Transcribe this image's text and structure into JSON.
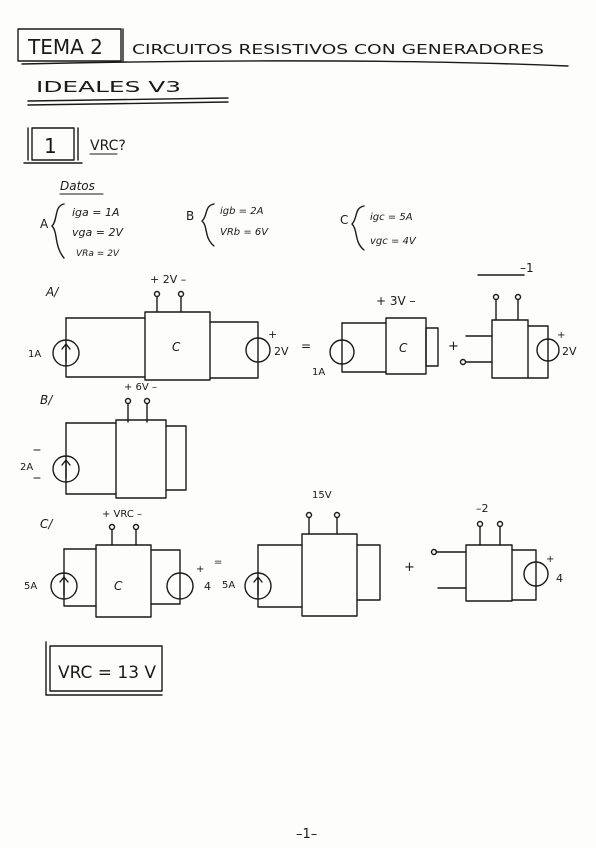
{
  "header": {
    "tema": "TEMA 2",
    "title_line1": "CIRCUITOS RESISTIVOS CON GENERADORES",
    "title_line2": "IDEALES V3"
  },
  "problem": {
    "number": "1",
    "question": "VRC?"
  },
  "datos": {
    "label": "Datos",
    "case_a": {
      "letter": "A",
      "line1": "iga = 1A",
      "line2": "vga = 2V",
      "line3": "VRa = 2V"
    },
    "case_b": {
      "letter": "B",
      "line1": "igb = 2A",
      "line2": "VRb = 6V"
    },
    "case_c": {
      "letter": "C",
      "line1": "igc = 5A",
      "line2": "vgc = 4V"
    }
  },
  "circuit_a": {
    "label": "A/",
    "top_voltage": "+ 2V –",
    "current_source": "1A",
    "box": "C",
    "voltage_source": "2V",
    "plus": "+",
    "equals": "=",
    "mid_voltage": "+ 3V –",
    "mid_source": "1A",
    "mid_box": "C",
    "right_voltage": "–1",
    "right_source": "2V"
  },
  "circuit_b": {
    "label": "B/",
    "top_voltage": "+ 6V –",
    "current_source": "2A"
  },
  "circuit_c": {
    "label": "C/",
    "top_voltage": "+ VRC –",
    "current_source": "5A",
    "box": "C",
    "voltage_source": "4",
    "equals": "=",
    "mid_voltage": "15V",
    "mid_source": "5A",
    "plus": "+",
    "right_voltage": "–2",
    "right_source": "4"
  },
  "result": "VRC = 13 V",
  "footer": {
    "page": "–1–"
  }
}
